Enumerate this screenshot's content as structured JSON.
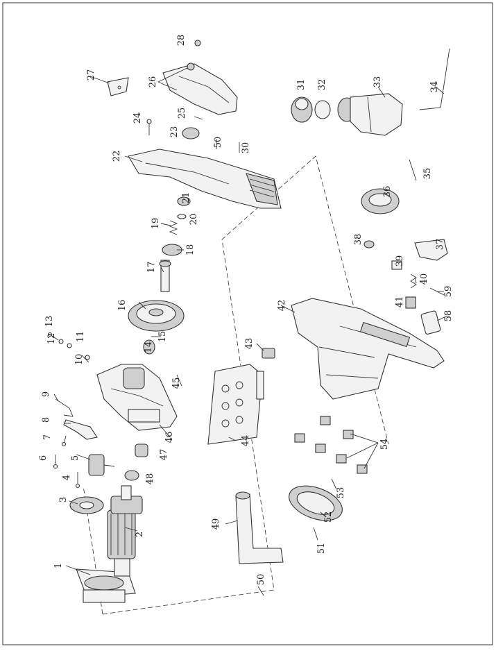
{
  "diagram": {
    "labels": [
      "1",
      "2",
      "3",
      "4",
      "5",
      "6",
      "7",
      "8",
      "9",
      "10",
      "11",
      "12",
      "13",
      "14",
      "15",
      "16",
      "17",
      "18",
      "19",
      "20",
      "21",
      "22",
      "23",
      "24",
      "25",
      "26",
      "27",
      "28",
      "30",
      "31",
      "32",
      "33",
      "34",
      "35",
      "36",
      "37",
      "38",
      "39",
      "40",
      "41",
      "42",
      "43",
      "44",
      "45",
      "46",
      "47",
      "48",
      "49",
      "50",
      "50",
      "51",
      "52",
      "53",
      "54",
      "58",
      "59"
    ]
  }
}
